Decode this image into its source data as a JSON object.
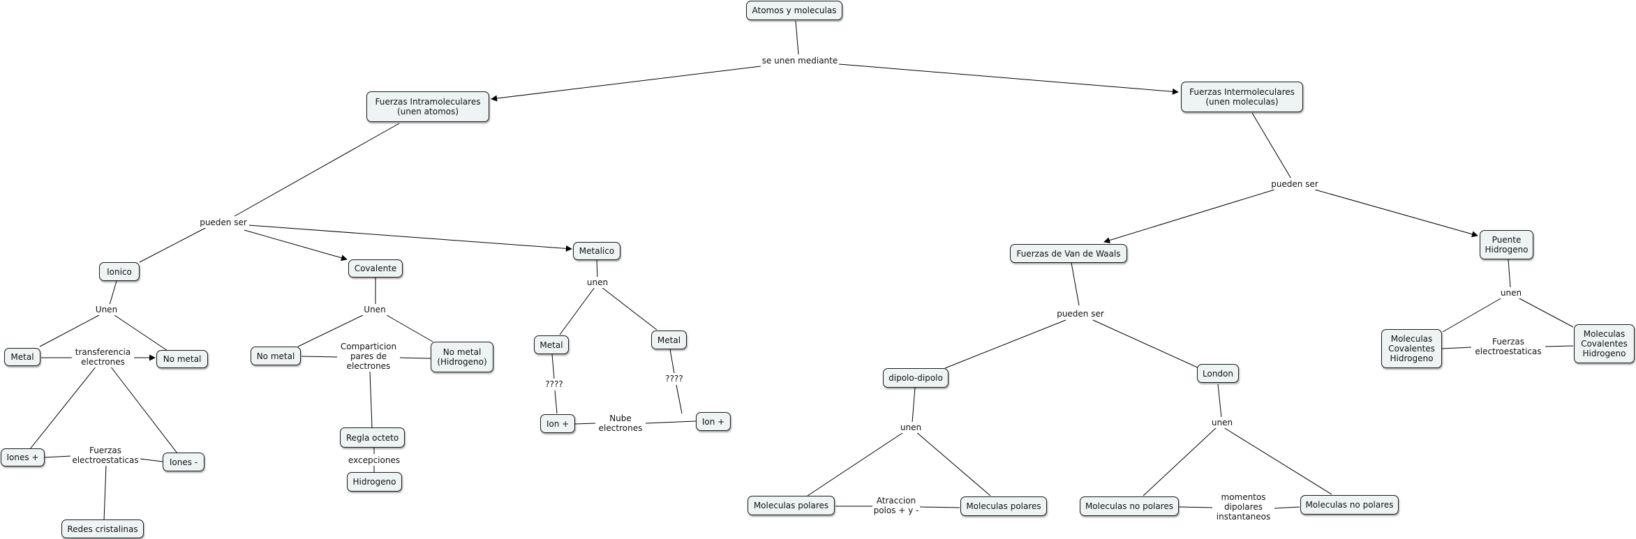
{
  "concepts": {
    "atomos_moleculas": "Atomos y moleculas",
    "intramoleculares": "Fuerzas Intramoleculares\n(unen atomos)",
    "intermoleculares": "Fuerzas Intermoleculares\n(unen moleculas)",
    "ionico": "Ionico",
    "covalente": "Covalente",
    "metalico": "Metalico",
    "metal_ionico": "Metal",
    "no_metal_ionico": "No metal",
    "iones_pos": "Iones +",
    "iones_neg": "Iones -",
    "redes_cristalinas": "Redes cristalinas",
    "no_metal_cov": "No metal",
    "no_metal_hidrogeno": "No metal\n(Hidrogeno)",
    "regla_octeto": "Regla octeto",
    "hidrogeno": "Hidrogeno",
    "metal_met_1": "Metal",
    "metal_met_2": "Metal",
    "ion_pos_1": "Ion +",
    "ion_pos_2": "Ion +",
    "van_der_waals": "Fuerzas de Van de Waals",
    "puente_hidrogeno": "Puente\nHidrogeno",
    "dipolo_dipolo": "dipolo-dipolo",
    "london": "London",
    "moleculas_polares_1": "Moleculas polares",
    "moleculas_polares_2": "Moleculas polares",
    "moleculas_no_polares_1": "Moleculas no polares",
    "moleculas_no_polares_2": "Moleculas no polares",
    "mol_cov_hidrogeno_1": "Moleculas\nCovalentes\nHidrogeno",
    "mol_cov_hidrogeno_2": "Moleculas\nCovalentes\nHidrogeno"
  },
  "phrases": {
    "se_unen_mediante": "se unen mediante",
    "pueden_ser_intra": "pueden ser",
    "pueden_ser_inter": "pueden ser",
    "unen_ionico": "Unen",
    "transferencia": "transferencia\nelectrones",
    "fuerzas_electro_ionico": "Fuerzas\nelectroestaticas",
    "unen_covalente": "Unen",
    "comparticion": "Comparticion\npares de\nelectrones",
    "excepciones": "excepciones",
    "unen_metalico": "unen",
    "q1": "????",
    "q2": "????",
    "nube": "Nube\nelectrones",
    "pueden_ser_vdw": "pueden ser",
    "unen_puente": "unen",
    "fuerzas_electro_puente": "Fuerzas\nelectroestaticas",
    "unen_dipolo": "unen",
    "unen_london": "unen",
    "atraccion": "Atraccion\npolos + y -",
    "momentos": "momentos\ndipolares\ninstantaneos"
  }
}
